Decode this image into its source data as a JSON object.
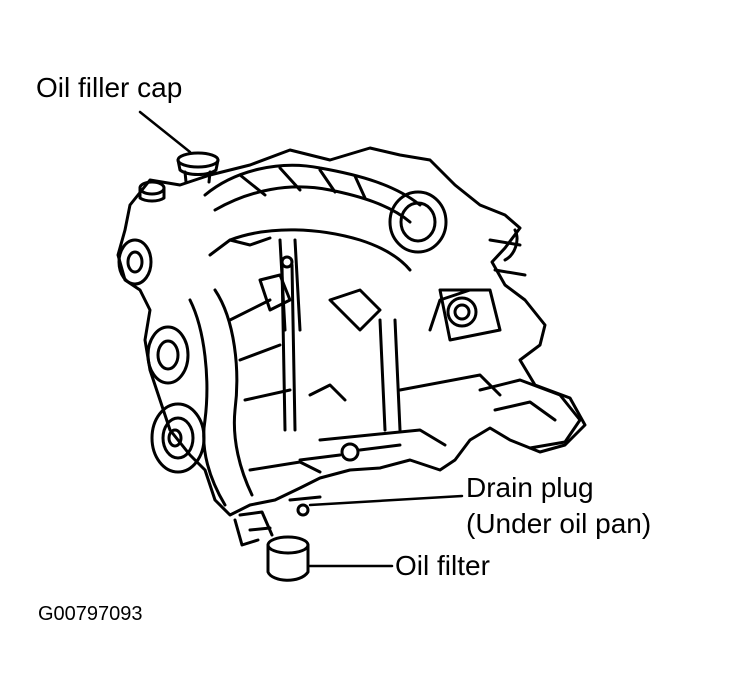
{
  "labels": {
    "oil_filler_cap": "Oil filler cap",
    "drain_plug": "Drain plug",
    "drain_plug_location": "(Under oil pan)",
    "oil_filter": "Oil filter"
  },
  "figure_id": "G00797093",
  "colors": {
    "line": "#000000",
    "background": "#ffffff"
  }
}
